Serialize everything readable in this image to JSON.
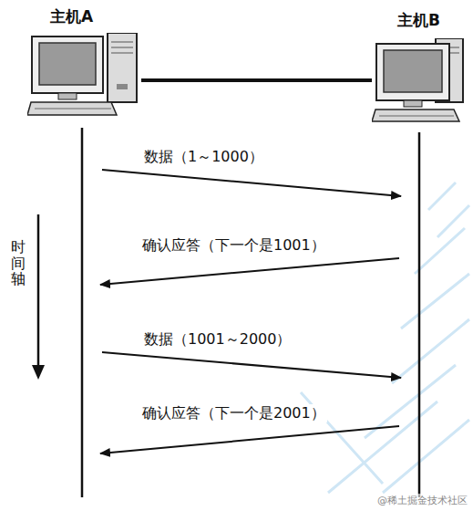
{
  "diagram": {
    "nodes": [
      {
        "text": [
          "主机A"
        ]
      },
      {
        "text": [
          "主机B"
        ]
      }
    ],
    "edges": [
      {
        "from": 0,
        "to": 1,
        "arrow": "none"
      },
      {
        "from": 0,
        "to": 1,
        "label": "数据（1～1000）",
        "arrow": "to"
      },
      {
        "from": 1,
        "to": 0,
        "label": "确认应答（下一个是1001）",
        "arrow": "to"
      },
      {
        "from": 0,
        "to": 1,
        "label": "数据（1001～2000）",
        "arrow": "to"
      },
      {
        "from": 1,
        "to": 0,
        "label": "确认应答（下一个是2001）",
        "arrow": "to"
      }
    ],
    "labels": [
      "时间轴",
      "@稀土掘金技术社区"
    ]
  }
}
